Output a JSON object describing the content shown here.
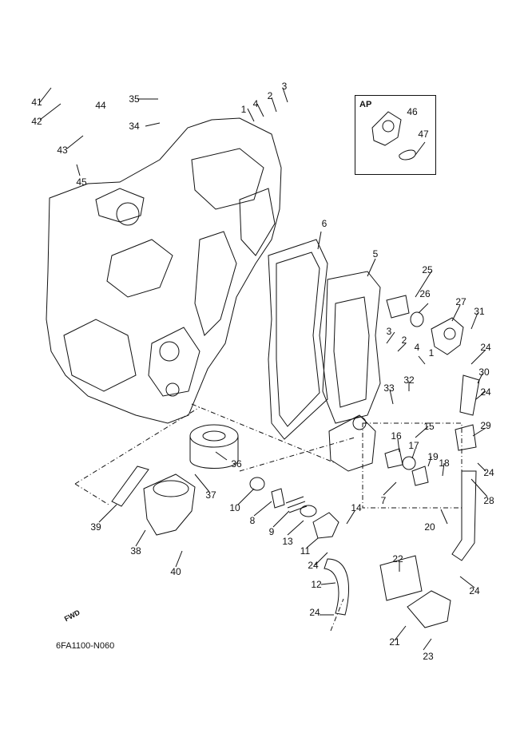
{
  "diagram_code": "6FA1100-N060",
  "ap_title": "AP",
  "fwd_label": "FWD",
  "callouts": {
    "c41": "41",
    "c42": "42",
    "c43": "43",
    "c44": "44",
    "c45": "45",
    "c35": "35",
    "c34": "34",
    "c1a": "1",
    "c4a": "4",
    "c2a": "2",
    "c3a": "3",
    "c46": "46",
    "c47": "47",
    "c6": "6",
    "c5": "5",
    "c25": "25",
    "c26": "26",
    "c27": "27",
    "c31": "31",
    "c3b": "3",
    "c2b": "2",
    "c4b": "4",
    "c1b": "1",
    "c24a": "24",
    "c30": "30",
    "c32": "32",
    "c33": "33",
    "c24b": "24",
    "c29": "29",
    "c15": "15",
    "c16": "16",
    "c17": "17",
    "c19": "19",
    "c18": "18",
    "c24c": "24",
    "c36": "36",
    "c37": "37",
    "c7": "7",
    "c28": "28",
    "c10": "10",
    "c8": "8",
    "c9": "9",
    "c13": "13",
    "c14": "14",
    "c11": "11",
    "c20": "20",
    "c39": "39",
    "c38": "38",
    "c40": "40",
    "c24d": "24",
    "c22": "22",
    "c12": "12",
    "c24e": "24",
    "c24f": "24",
    "c21": "21",
    "c23": "23"
  }
}
